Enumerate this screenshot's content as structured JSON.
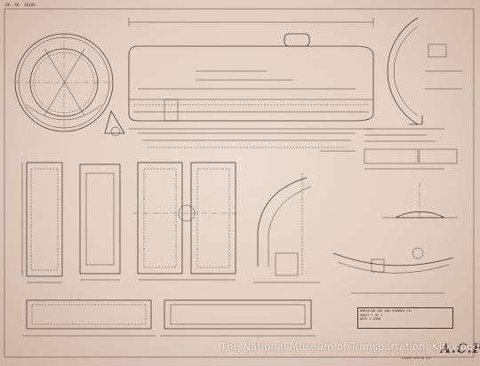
{
  "sheet": {
    "sheet_number": "SK. AR. 30384",
    "title_block": [
      "AMERICAN CAR AND FOUNDRY CO.",
      "SHEET 1 OF 1",
      "DATE 4-1930"
    ],
    "initials": "A.C.F.",
    "footer_note": "ISSUED 1930 BY ACF"
  },
  "watermark": {
    "text": "The National Museum of Transportation, Kirkwood MO"
  },
  "colors": {
    "paper": "#e8d6ca",
    "ink": "#4a3a34",
    "watermark": "#f4ede8"
  }
}
